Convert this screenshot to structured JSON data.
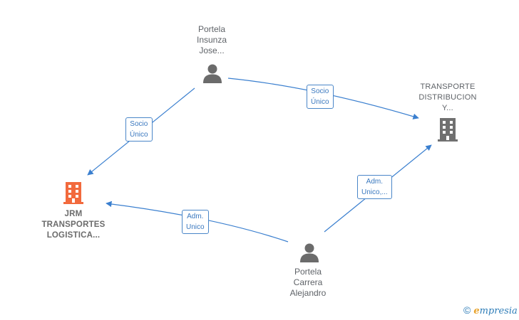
{
  "nodes": {
    "person_top": {
      "lines": [
        "Portela",
        "Insunza",
        "Jose..."
      ]
    },
    "person_bottom": {
      "lines": [
        "Portela",
        "Carrera",
        "Alejandro"
      ]
    },
    "company_left": {
      "lines": [
        "JRM",
        "TRANSPORTES",
        "LOGISTICA..."
      ],
      "color": "#f26a3d"
    },
    "company_right": {
      "lines": [
        "TRANSPORTE",
        "DISTRIBUCION",
        "Y..."
      ],
      "color": "#707070"
    }
  },
  "edges": {
    "top_to_left": {
      "lines": [
        "Socio",
        "Único"
      ]
    },
    "top_to_right": {
      "lines": [
        "Socio",
        "Único"
      ]
    },
    "bottom_to_left": {
      "lines": [
        "Adm.",
        "Unico"
      ]
    },
    "bottom_to_right": {
      "lines": [
        "Adm.",
        "Unico,..."
      ]
    }
  },
  "colors": {
    "edge": "#3a7fcf",
    "person_icon": "#6b6b6b"
  },
  "brand": {
    "copyright": "©",
    "initial": "e",
    "name": "mpresia"
  }
}
